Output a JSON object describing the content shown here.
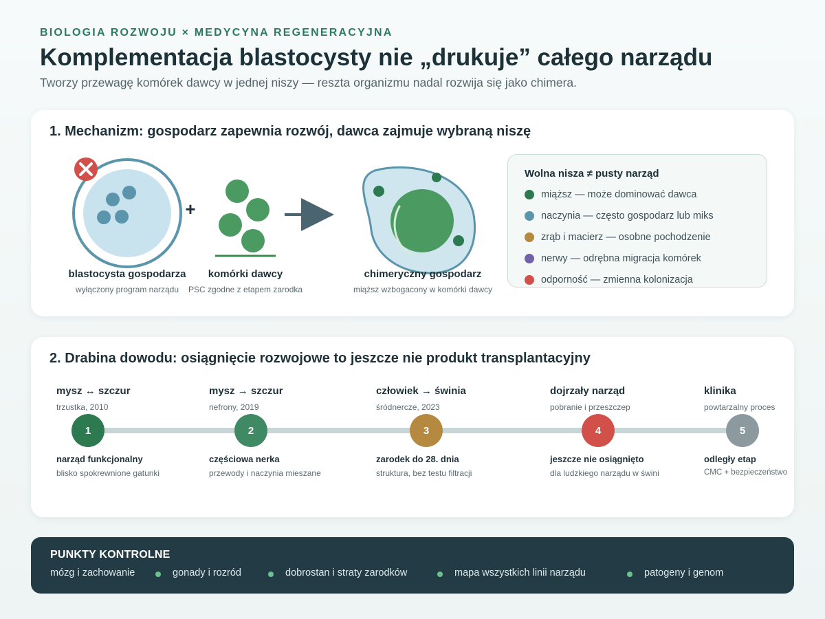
{
  "header": {
    "kicker": "BIOLOGIA ROZWOJU × MEDYCYNA REGENERACYJNA",
    "title": "Komplementacja blastocysty nie „drukuje” całego narządu",
    "subtitle": "Tworzy przewagę komórek dawcy w jednej niszy — reszta organizmu nadal rozwija się jako chimera."
  },
  "mechanism": {
    "title": "1. Mechanizm: gospodarz zapewnia rozwój, dawca zajmuje wybraną niszę",
    "plus": "+",
    "stages": [
      {
        "label": "blastocysta gospodarza",
        "sub": "wyłączony program narządu"
      },
      {
        "label": "komórki dawcy",
        "sub": "PSC zgodne z etapem zarodka"
      },
      {
        "label": "chimeryczny gospodarz",
        "sub": "miąższ wzbogacony w komórki dawcy"
      }
    ],
    "legend": {
      "title": "Wolna nisza ≠ pusty narząd",
      "items": [
        {
          "text": "miąższ — może dominować dawca",
          "color": "#2e7a50"
        },
        {
          "text": "naczynia — często gospodarz lub miks",
          "color": "#5a95ab"
        },
        {
          "text": "zrąb i macierz — osobne pochodzenie",
          "color": "#b5893f"
        },
        {
          "text": "nerwy — odrębna migracja komórek",
          "color": "#7260a8"
        },
        {
          "text": "odporność — zmienna kolonizacja",
          "color": "#d2504a"
        }
      ]
    }
  },
  "ladder": {
    "title": "2. Drabina dowodu: osiągnięcie rozwojowe to jeszcze nie produkt transplantacyjny",
    "steps": [
      {
        "number": "1",
        "head": "mysz ↔ szczur",
        "meta": "trzustka, 2010",
        "outcome": "narząd funkcjonalny",
        "note": "blisko spokrewnione gatunki",
        "color": "#2e7a50"
      },
      {
        "number": "2",
        "head": "mysz → szczur",
        "meta": "nefrony, 2019",
        "outcome": "częściowa nerka",
        "note": "przewody i naczynia mieszane",
        "color": "#3f8a64"
      },
      {
        "number": "3",
        "head": "człowiek → świnia",
        "meta": "śródnercze, 2023",
        "outcome": "zarodek do 28. dnia",
        "note": "struktura, bez testu filtracji",
        "color": "#b5893f"
      },
      {
        "number": "4",
        "head": "dojrzały narząd",
        "meta": "pobranie i przeszczep",
        "outcome": "jeszcze nie osiągnięto",
        "note": "dla ludzkiego narządu w świni",
        "color": "#d2504a"
      },
      {
        "number": "5",
        "head": "klinika",
        "meta": "powtarzalny proces",
        "outcome": "odległy etap",
        "note": "CMC + bezpieczeństwo",
        "color": "#8c999e"
      }
    ]
  },
  "footer": {
    "title": "PUNKTY KONTROLNE",
    "items": [
      "mózg i zachowanie",
      "gonady i rozród",
      "dobrostan i straty zarodków",
      "mapa wszystkich linii narządu",
      "patogeny i genom"
    ]
  },
  "icons": {
    "host": "blastocyst-icon",
    "donor": "donor-cells-icon",
    "chimera": "chimera-icon",
    "blocked": "blocked-x-icon",
    "arrow": "arrow-right-icon"
  }
}
